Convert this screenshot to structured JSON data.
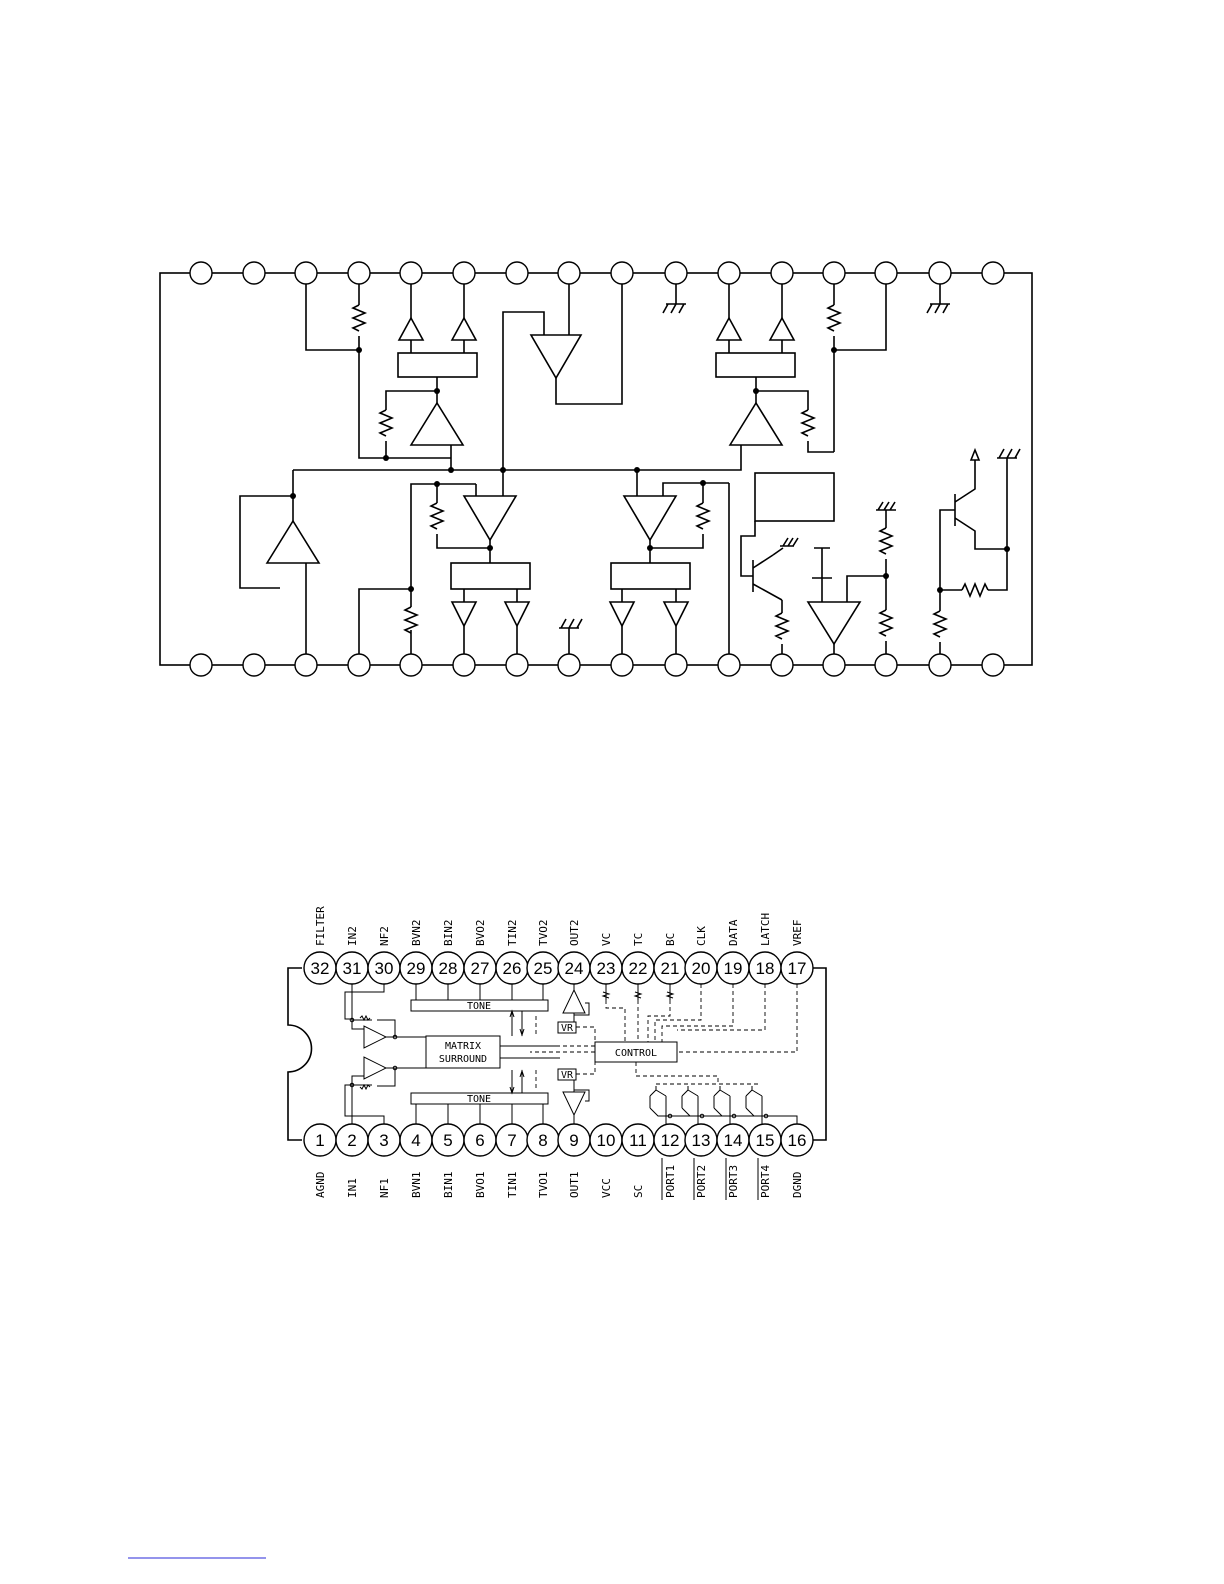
{
  "pinout": {
    "top_pins": [
      {
        "number": "32",
        "label": "FILTER"
      },
      {
        "number": "31",
        "label": "IN2"
      },
      {
        "number": "30",
        "label": "NF2"
      },
      {
        "number": "29",
        "label": "BVN2"
      },
      {
        "number": "28",
        "label": "BIN2"
      },
      {
        "number": "27",
        "label": "BVO2"
      },
      {
        "number": "26",
        "label": "TIN2"
      },
      {
        "number": "25",
        "label": "TVO2"
      },
      {
        "number": "24",
        "label": "OUT2"
      },
      {
        "number": "23",
        "label": "VC"
      },
      {
        "number": "22",
        "label": "TC"
      },
      {
        "number": "21",
        "label": "BC"
      },
      {
        "number": "20",
        "label": "CLK"
      },
      {
        "number": "19",
        "label": "DATA"
      },
      {
        "number": "18",
        "label": "LATCH"
      },
      {
        "number": "17",
        "label": "VREF"
      }
    ],
    "bottom_pins": [
      {
        "number": "1",
        "label": "AGND"
      },
      {
        "number": "2",
        "label": "IN1"
      },
      {
        "number": "3",
        "label": "NF1"
      },
      {
        "number": "4",
        "label": "BVN1"
      },
      {
        "number": "5",
        "label": "BIN1"
      },
      {
        "number": "6",
        "label": "BVO1"
      },
      {
        "number": "7",
        "label": "TIN1"
      },
      {
        "number": "8",
        "label": "TVO1"
      },
      {
        "number": "9",
        "label": "OUT1"
      },
      {
        "number": "10",
        "label": "VCC"
      },
      {
        "number": "11",
        "label": "SC"
      },
      {
        "number": "12",
        "label": "PORT1"
      },
      {
        "number": "13",
        "label": "PORT2"
      },
      {
        "number": "14",
        "label": "PORT3"
      },
      {
        "number": "15",
        "label": "PORT4"
      },
      {
        "number": "16",
        "label": "DGND"
      }
    ],
    "blocks": {
      "tone_top": "TONE",
      "tone_bottom": "TONE",
      "matrix_line1": "MATRIX",
      "matrix_line2": "SURROUND",
      "control": "CONTROL",
      "vr_top": "VR",
      "vr_bottom": "VR"
    }
  }
}
